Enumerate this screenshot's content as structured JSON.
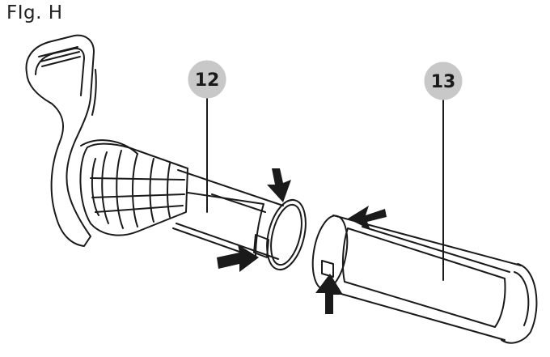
{
  "figure": {
    "label": "FIg. H"
  },
  "callouts": [
    {
      "id": "12"
    },
    {
      "id": "13"
    }
  ],
  "colors": {
    "line": "#1a1a1a",
    "callout_fill": "#c8c8c8",
    "background": "#ffffff"
  }
}
